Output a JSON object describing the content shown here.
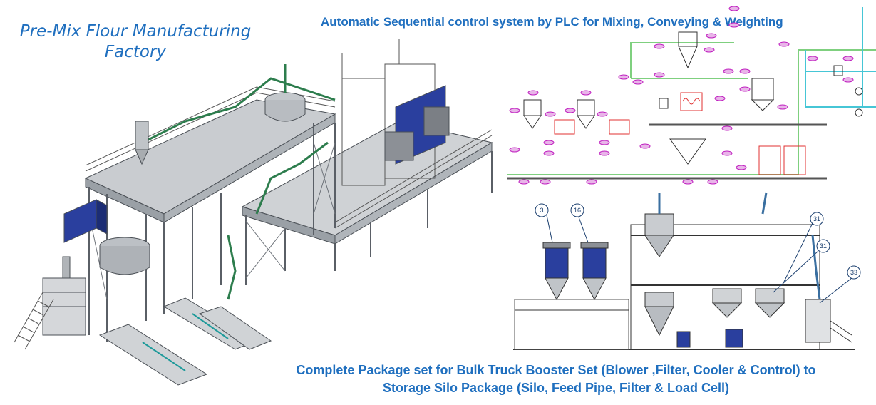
{
  "title_left_line1": "Pre-Mix Flour Manufacturing",
  "title_left_line2": "Factory",
  "title_top": "Automatic Sequential control system by PLC  for Mixing, Conveying & Weighting",
  "caption_line1": "Complete Package set for Bulk Truck Booster Set (Blower ,Filter, Cooler & Control) to",
  "caption_line2": "Storage Silo Package (Silo, Feed Pipe, Filter & Load Cell)",
  "callouts": [
    "3",
    "16",
    "31",
    "31",
    "33"
  ],
  "colors": {
    "text_blue": "#1f6fbf",
    "steel": "#8a8f96",
    "tank_blue": "#2a3f9e",
    "pipe_green": "#2d7d4d",
    "tag_magenta": "#c020c0",
    "pipe_light_green": "#7fd07f",
    "pipe_cyan": "#46c6d6",
    "alarm_red": "#e03030"
  }
}
